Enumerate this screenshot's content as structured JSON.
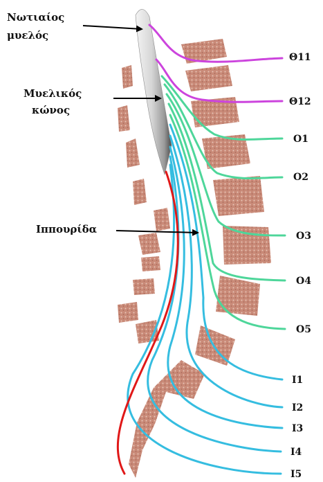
{
  "labels": {
    "spinal_cord": [
      "Νωτιαίος",
      "μυελός"
    ],
    "conus": [
      "Μυελικός",
      "κώνος"
    ],
    "cauda": "Ιππουρίδα"
  },
  "nerves": [
    {
      "label": "Θ11",
      "group": "thoracic"
    },
    {
      "label": "Θ12",
      "group": "thoracic"
    },
    {
      "label": "Ο1",
      "group": "lumbar"
    },
    {
      "label": "Ο2",
      "group": "lumbar"
    },
    {
      "label": "Ο3",
      "group": "lumbar"
    },
    {
      "label": "Ο4",
      "group": "lumbar"
    },
    {
      "label": "Ο5",
      "group": "lumbar"
    },
    {
      "label": "Ι1",
      "group": "sacral"
    },
    {
      "label": "Ι2",
      "group": "sacral"
    },
    {
      "label": "Ι3",
      "group": "sacral"
    },
    {
      "label": "Ι4",
      "group": "sacral"
    },
    {
      "label": "Ι5",
      "group": "sacral"
    }
  ],
  "colors": {
    "thoracic": "#cc44dd",
    "lumbar": "#4ed69a",
    "sacral": "#35bde0",
    "filum": "#e01818",
    "bone": "#c98a78",
    "cord": "#cfcfcf"
  }
}
